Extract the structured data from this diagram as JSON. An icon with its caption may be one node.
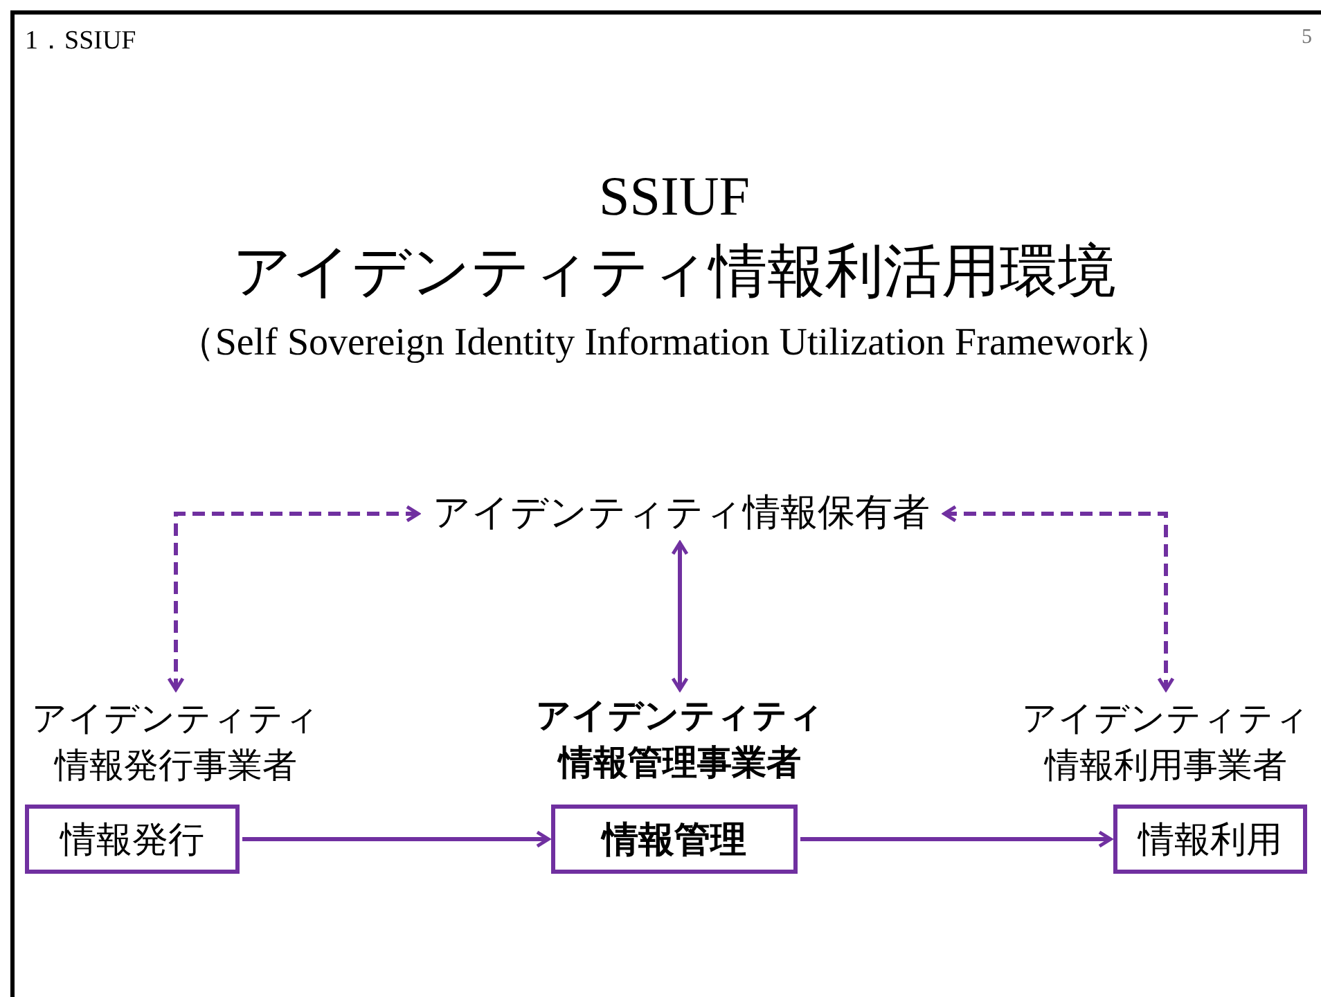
{
  "diagram": {
    "title": "SSIUF",
    "nodes": [
      {
        "text": [
          "アイデンティティ情報保有者"
        ]
      },
      {
        "text": [
          "アイデンティティ情報発行事業者"
        ]
      },
      {
        "text": [
          "情報発行"
        ]
      },
      {
        "text": [
          "アイデンティティ情報管理事業者"
        ]
      },
      {
        "text": [
          "情報管理"
        ]
      },
      {
        "text": [
          "アイデンティティ情報利用事業者"
        ]
      },
      {
        "text": [
          "情報利用"
        ]
      }
    ],
    "edges": [
      {
        "from": 0,
        "to": 1,
        "arrow": "both",
        "style": "dashed"
      },
      {
        "from": 0,
        "to": 3,
        "arrow": "both"
      },
      {
        "from": 0,
        "to": 5,
        "arrow": "both",
        "style": "dashed"
      },
      {
        "from": 2,
        "to": 4,
        "arrow": "to"
      },
      {
        "from": 4,
        "to": 6,
        "arrow": "to"
      }
    ],
    "labels": [
      "1．SSIUF",
      "5",
      "アイデンティティ情報利活用環境",
      "（Self Sovereign Identity Information Utilization Framework）"
    ]
  }
}
